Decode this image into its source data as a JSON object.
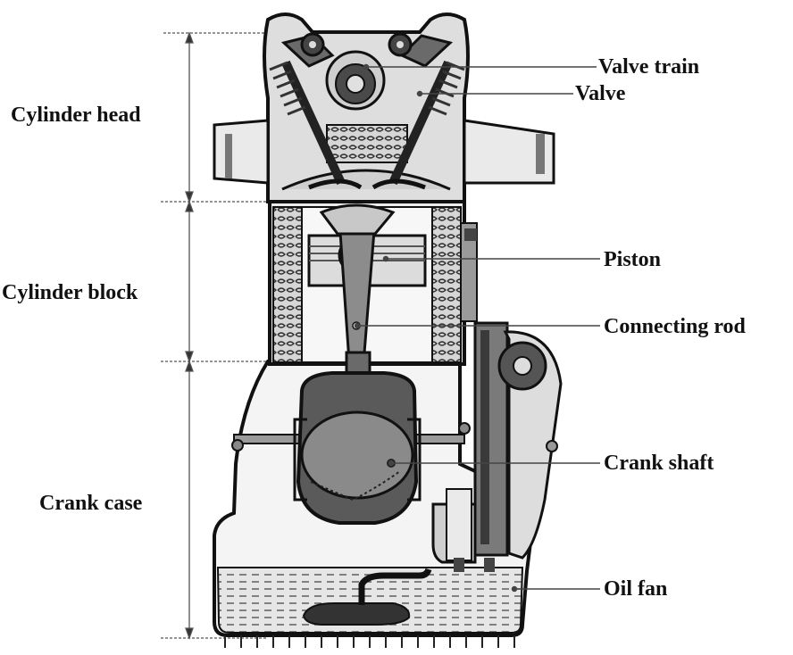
{
  "labels": {
    "left": {
      "cylinder_head": "Cylinder head",
      "cylinder_block": "Cylinder block",
      "crank_case": "Crank case"
    },
    "right": {
      "valve_train": "Valve train",
      "valve": "Valve",
      "piston": "Piston",
      "connecting_rod": "Connecting rod",
      "crank_shaft": "Crank shaft",
      "oil_fan": "Oil fan"
    }
  }
}
